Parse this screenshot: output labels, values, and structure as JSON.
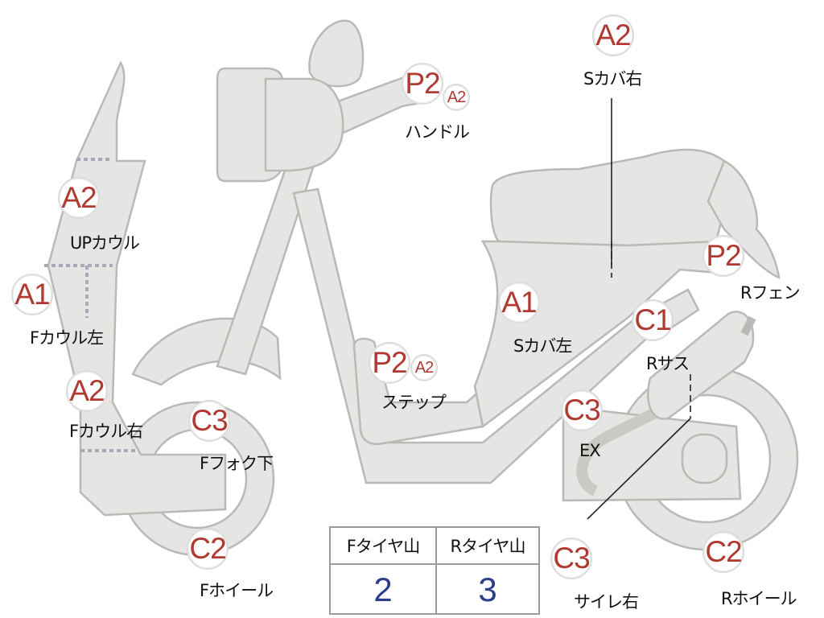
{
  "title": "",
  "parts": [
    {
      "id": "s-cover-right",
      "code": "A2",
      "label": "Sカバ右"
    },
    {
      "id": "handle",
      "code": "P2",
      "code2": "A2",
      "label": "ハンドル"
    },
    {
      "id": "up-cowl",
      "code": "A2",
      "label": "UPカウル"
    },
    {
      "id": "r-fender",
      "code": "P2",
      "label": "Rフェン"
    },
    {
      "id": "f-cowl-left",
      "code": "A1",
      "label": "Fカウル左"
    },
    {
      "id": "s-cover-left",
      "code": "A1",
      "label": "Sカバ左"
    },
    {
      "id": "r-suspension",
      "code": "C1",
      "label": "Rサス"
    },
    {
      "id": "step",
      "code": "P2",
      "code2": "A2",
      "label": "ステップ"
    },
    {
      "id": "f-cowl-right",
      "code": "A2",
      "label": "Fカウル右"
    },
    {
      "id": "f-fork-lower",
      "code": "C3",
      "label": "Fフォク下"
    },
    {
      "id": "exhaust",
      "code": "C3",
      "label": "EX"
    },
    {
      "id": "f-wheel",
      "code": "C2",
      "label": "Fホイール"
    },
    {
      "id": "silencer-right",
      "code": "C3",
      "label": "サイレ右"
    },
    {
      "id": "r-wheel",
      "code": "C2",
      "label": "Rホイール"
    }
  ],
  "tire_table": {
    "headers": [
      "Fタイヤ山",
      "Rタイヤ山"
    ],
    "values": [
      "2",
      "3"
    ]
  },
  "colors": {
    "part_fill": "#e5e5e3",
    "part_stroke": "#b9b9b6",
    "code_text": "#b03a32",
    "value_text": "#2d3f8c"
  }
}
